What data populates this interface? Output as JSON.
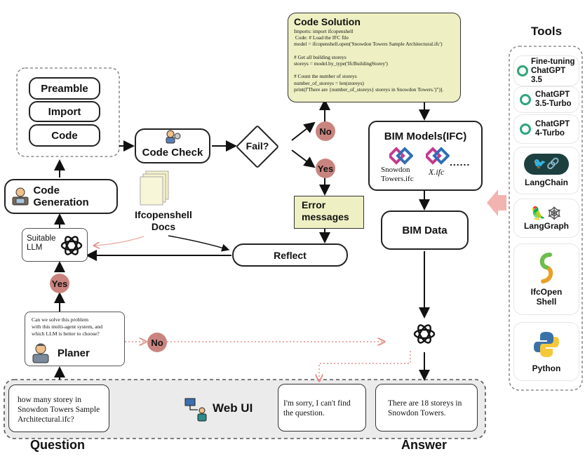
{
  "preamble": {
    "items": [
      "Preamble",
      "Import",
      "Code"
    ]
  },
  "code_check": {
    "label": "Code Check"
  },
  "code_generation": {
    "label": "Code Generation"
  },
  "suitable_llm": {
    "label": "Suitable\nLLM"
  },
  "decision": {
    "label": "Fail?"
  },
  "badges": {
    "no_top": "No",
    "yes_mid": "Yes",
    "yes_left": "Yes",
    "no_planer": "No"
  },
  "docs": {
    "label": "Ifcopenshell\nDocs"
  },
  "error_messages": {
    "label": "Error\nmessages"
  },
  "reflect": {
    "label": "Reflect"
  },
  "planer": {
    "question": "Can we solve this problem\nwith this multi-agent system,  and\nwhich LLM is better to choose?",
    "label": "Planer"
  },
  "code_solution": {
    "title": "Code Solution",
    "lines": [
      "Imports: import ifcopenshell",
      " Code: # Load the IFC file",
      "model = ifcopenshell.open('Snowdon Towers Sample Architectural.ifc')",
      "",
      "# Get all building storeys",
      "storeys = model.by_type('IfcBuildingStorey')",
      "",
      "# Count the number of storeys",
      "number_of_storeys = len(storeys)",
      "print(f'There are {number_of_storeys} storeys in Snowdon Towers.')\")]."
    ]
  },
  "bim_models": {
    "title": "BIM Models(IFC)",
    "file1": "Snowdon\nTowers.ifc",
    "file2": "X.ifc",
    "more": "......"
  },
  "bim_data": {
    "label": "BIM Data"
  },
  "tools": {
    "title": "Tools",
    "items": [
      {
        "label": "Fine-tuning\nChatGPT 3.5",
        "icon": "openai-icon"
      },
      {
        "label": "ChatGPT\n3.5-Turbo",
        "icon": "openai-icon"
      },
      {
        "label": "ChatGPT\n4-Turbo",
        "icon": "openai-icon"
      },
      {
        "label": "LangChain",
        "icon": "langchain-icon"
      },
      {
        "label": "LangGraph",
        "icon": "langgraph-icon"
      },
      {
        "label": "IfcOpen\nShell",
        "icon": "ifcopenshell-icon"
      },
      {
        "label": "Python",
        "icon": "python-icon"
      }
    ]
  },
  "web_ui": {
    "label": "Web UI",
    "question_text": "how many storey in\nSnowdon Towers Sample\nArchitectural.ifc?",
    "answer_fail": "I'm sorry, I can't find\nthe question.",
    "answer_ok": "There are 18 storeys in\nSnowdon Towers."
  },
  "captions": {
    "question": "Question",
    "answer": "Answer"
  },
  "colors": {
    "accent_pink": "#c9847f",
    "code_bg": "#eef0c3",
    "error_bg": "#eef0c3",
    "arrow_pink": "#f2b4b0",
    "web_bg": "#ebebeb"
  }
}
